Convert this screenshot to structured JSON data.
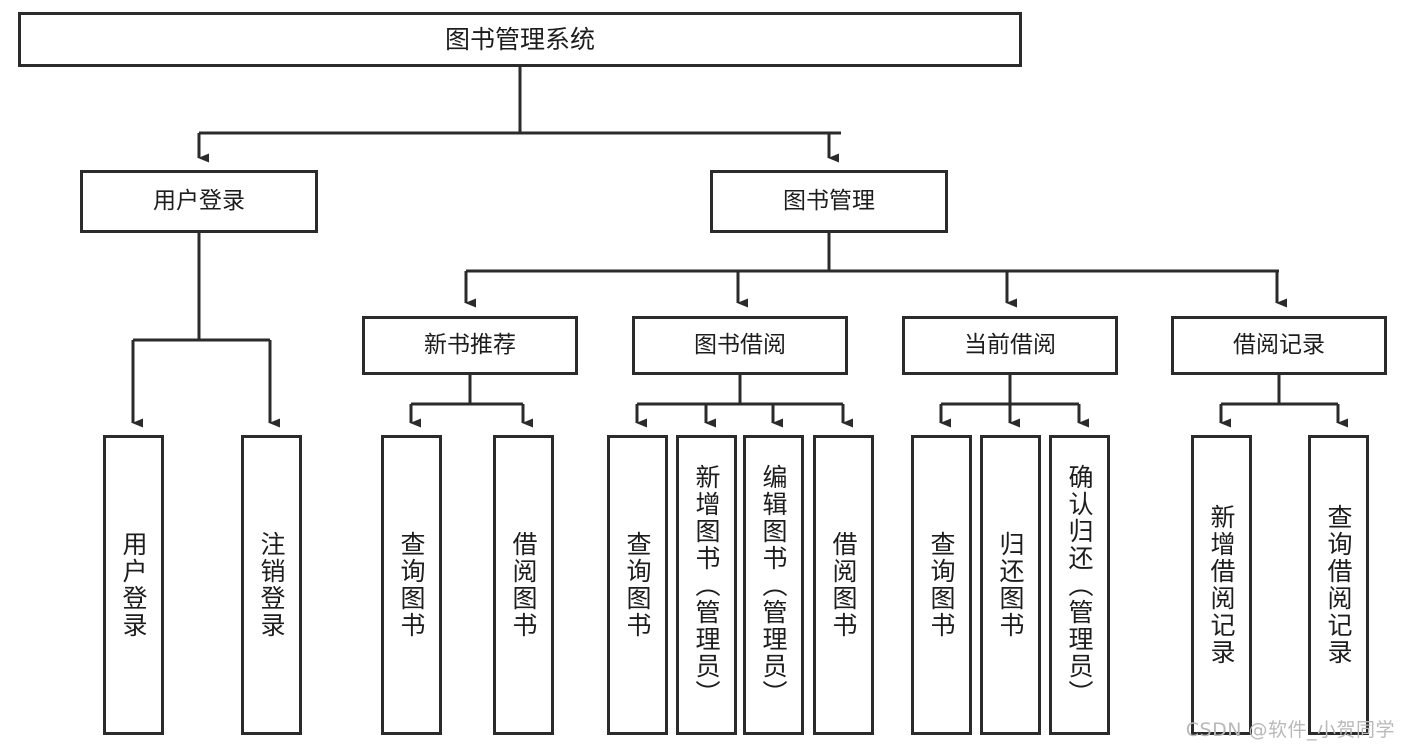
{
  "diagram": {
    "type": "tree",
    "title": "图书管理系统",
    "orientation": "top-down",
    "colors": {
      "stroke": "#2b2b2b",
      "fill": "#ffffff",
      "text": "#1d1d1d",
      "watermark": "#b9b9b9"
    },
    "root": {
      "id": "root",
      "label": "图书管理系统",
      "level": 0
    },
    "level1": [
      {
        "id": "user-login",
        "label": "用户登录",
        "level": 1
      },
      {
        "id": "book-manage",
        "label": "图书管理",
        "level": 1
      }
    ],
    "level2": [
      {
        "id": "new-book-rec",
        "label": "新书推荐",
        "level": 2,
        "parent": "book-manage"
      },
      {
        "id": "book-borrow",
        "label": "图书借阅",
        "level": 2,
        "parent": "book-manage"
      },
      {
        "id": "current-borrow",
        "label": "当前借阅",
        "level": 2,
        "parent": "book-manage"
      },
      {
        "id": "borrow-record",
        "label": "借阅记录",
        "level": 2,
        "parent": "book-manage"
      }
    ],
    "leaves": [
      {
        "id": "leaf-user-login",
        "label": "用户登录",
        "parent": "user-login"
      },
      {
        "id": "leaf-user-logout",
        "label": "注销登录",
        "parent": "user-login"
      },
      {
        "id": "leaf-query-book-rec",
        "label": "查询图书",
        "parent": "new-book-rec"
      },
      {
        "id": "leaf-borrow-book-rec",
        "label": "借阅图书",
        "parent": "new-book-rec"
      },
      {
        "id": "leaf-query-book-bor",
        "label": "查询图书",
        "parent": "book-borrow"
      },
      {
        "id": "leaf-add-book",
        "label": "新增图书（管理员）",
        "parent": "book-borrow"
      },
      {
        "id": "leaf-edit-book",
        "label": "编辑图书（管理员）",
        "parent": "book-borrow"
      },
      {
        "id": "leaf-borrow-book",
        "label": "借阅图书",
        "parent": "book-borrow"
      },
      {
        "id": "leaf-query-book-cur",
        "label": "查询图书",
        "parent": "current-borrow"
      },
      {
        "id": "leaf-return-book",
        "label": "归还图书",
        "parent": "current-borrow"
      },
      {
        "id": "leaf-confirm-return",
        "label": "确认归还（管理员）",
        "parent": "current-borrow"
      },
      {
        "id": "leaf-add-record",
        "label": "新增借阅记录",
        "parent": "borrow-record"
      },
      {
        "id": "leaf-query-record",
        "label": "查询借阅记录",
        "parent": "borrow-record"
      }
    ]
  },
  "watermark": {
    "text": "CSDN @软件_小贺同学"
  }
}
